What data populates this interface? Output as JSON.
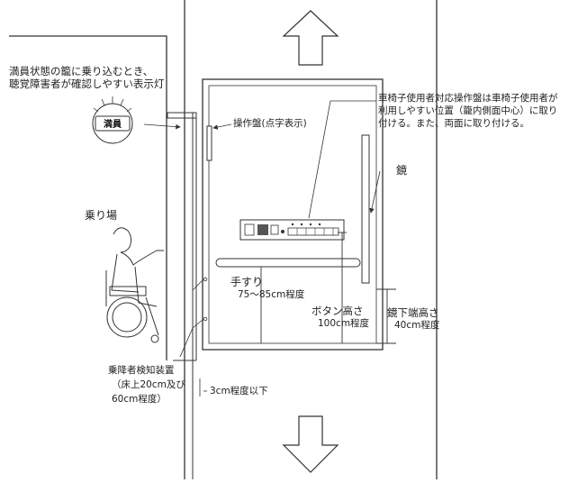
{
  "labels": {
    "full_indicator_desc_line1": "満員状態の籠に乗り込むとき、",
    "full_indicator_desc_line2": "聴覚障害者が確認しやすい表示灯",
    "full_badge": "満員",
    "control_panel_braille": "操作盤(点字表示)",
    "wheelchair_panel_line1": "車椅子使用者対応操作盤は車椅子使用者が",
    "wheelchair_panel_line2": "利用しやすい位置（籠内側面中心）に取り",
    "wheelchair_panel_line3": "付ける。また、両面に取り付ける。",
    "mirror": "鏡",
    "landing": "乗り場",
    "handrail": "手すり",
    "handrail_height": "75～85cm程度",
    "button_height": "ボタン高さ",
    "button_height_value": "100cm程度",
    "mirror_bottom_height": "鏡下端高さ",
    "mirror_bottom_value": "40cm程度",
    "sensor_line1": "乗降者検知装置",
    "sensor_line2": "（床上20cm及び",
    "sensor_line3": "60cm程度）",
    "gap": "3cm程度以下"
  },
  "colors": {
    "line": "#333333",
    "arrow_fill": "#ffffff"
  },
  "icons": {
    "up_arrow": "arrow-up-icon",
    "down_arrow": "arrow-down-icon",
    "full_indicator": "full-indicator-lamp-icon",
    "wheelchair_user": "wheelchair-user-icon"
  }
}
